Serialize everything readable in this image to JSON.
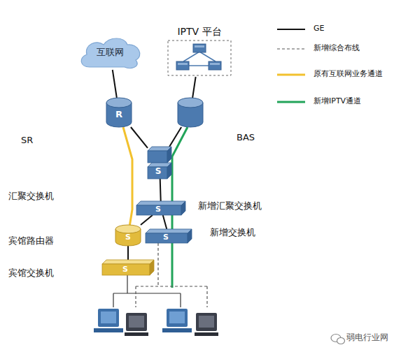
{
  "diagram": {
    "nodes": [
      {
        "text": [
          "互联网"
        ]
      },
      {
        "text": [
          "IPTV 平台"
        ]
      },
      {
        "text": [
          "R",
          "SR"
        ]
      },
      {
        "text": [
          "BAS"
        ]
      },
      {
        "text": [
          "S",
          "汇聚交换机"
        ]
      },
      {
        "text": [
          "S",
          "新增汇聚交换机"
        ]
      },
      {
        "text": [
          "S",
          "宾馆路由器"
        ]
      },
      {
        "text": [
          "S",
          "新增交换机"
        ]
      },
      {
        "text": [
          "S",
          "宾馆交换机"
        ]
      }
    ],
    "edges": [
      {
        "from": 0,
        "to": 2,
        "arrow": "none"
      },
      {
        "from": 1,
        "to": 3,
        "arrow": "none"
      },
      {
        "from": 2,
        "to": 4,
        "arrow": "none"
      },
      {
        "from": 3,
        "to": 4,
        "arrow": "none"
      },
      {
        "from": 4,
        "to": 5,
        "arrow": "none"
      },
      {
        "from": 5,
        "to": 6,
        "arrow": "none"
      },
      {
        "from": 5,
        "to": 7,
        "arrow": "none"
      },
      {
        "from": 6,
        "to": 8,
        "arrow": "none"
      },
      {
        "from": 2,
        "to": 6,
        "arrow": "none"
      }
    ],
    "labels": [
      "弱电行业网"
    ],
    "legend": [
      {
        "text": "GE"
      },
      {
        "text": "新增综合布线"
      },
      {
        "text": "原有互联网业务通道"
      },
      {
        "text": "新增IPTV通道"
      }
    ]
  }
}
